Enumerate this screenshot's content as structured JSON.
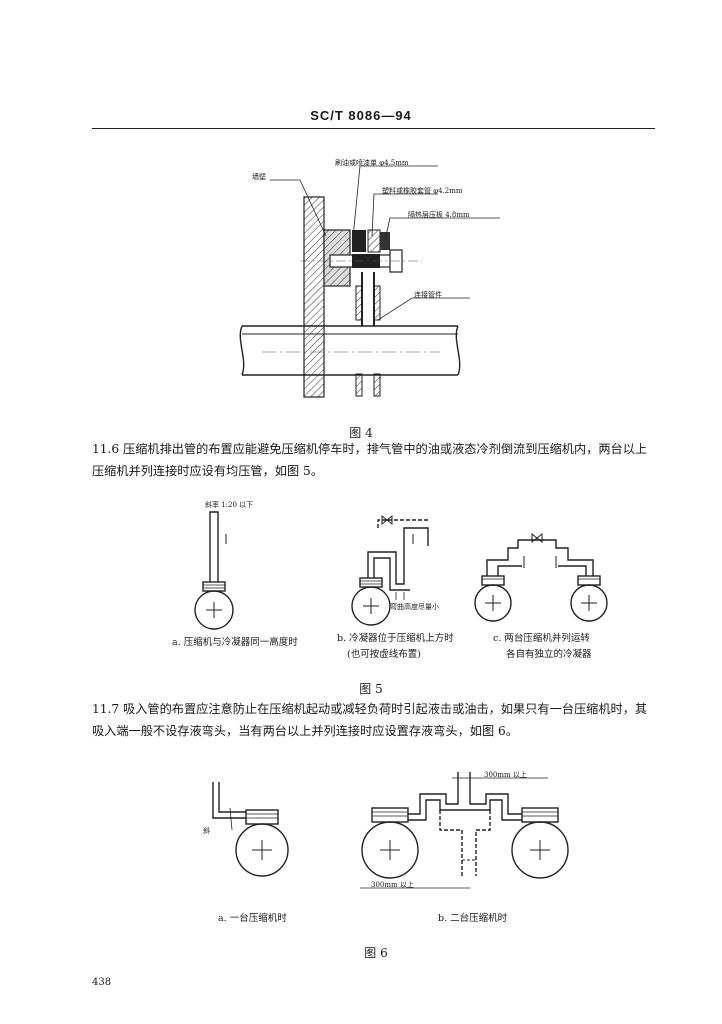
{
  "header": {
    "std_no": "SC/T 8086—94"
  },
  "fig4": {
    "caption": "图 4",
    "labels": {
      "wall": "墙壁",
      "seal1": "刷油或喷漆单 φ4.5mm",
      "seal2": "塑料或橡胶套管 φ4.2mm",
      "seal3": "隔热层压板 4.8mm",
      "pipe": "连接管件"
    }
  },
  "sec116": {
    "text": "11.6  压缩机排出管的布置应能避免压缩机停车时，排气管中的油或液态冷剂倒流到压缩机内，两台以上压缩机并列连接时应设有均压管，如图 5。"
  },
  "fig5": {
    "caption": "图 5",
    "label_slope": "斜率 1:20 以下",
    "label_b_note": "弯曲高度尽量小",
    "sub_a": "a. 压缩机与冷凝器同一高度时",
    "sub_b": "b. 冷凝器位于压缩机上方时",
    "sub_b2": "(也可按虚线布置)",
    "sub_c": "c. 两台压缩机并列运转",
    "sub_c2": "各自有独立的冷凝器"
  },
  "sec117": {
    "text": "11.7  吸入管的布置应注意防止在压缩机起动或减轻负荷时引起液击或油击，如果只有一台压缩机时，其吸入端一般不设存液弯头，当有两台以上并列连接时应设置存液弯头，如图 6。"
  },
  "fig6": {
    "caption": "图 6",
    "label_300_top": "300mm 以上",
    "label_300_bottom": "300mm 以上",
    "label_slope": "斜",
    "sub_a": "a. 一台压缩机时",
    "sub_b": "b. 二台压缩机时"
  },
  "page": {
    "number": "438"
  }
}
